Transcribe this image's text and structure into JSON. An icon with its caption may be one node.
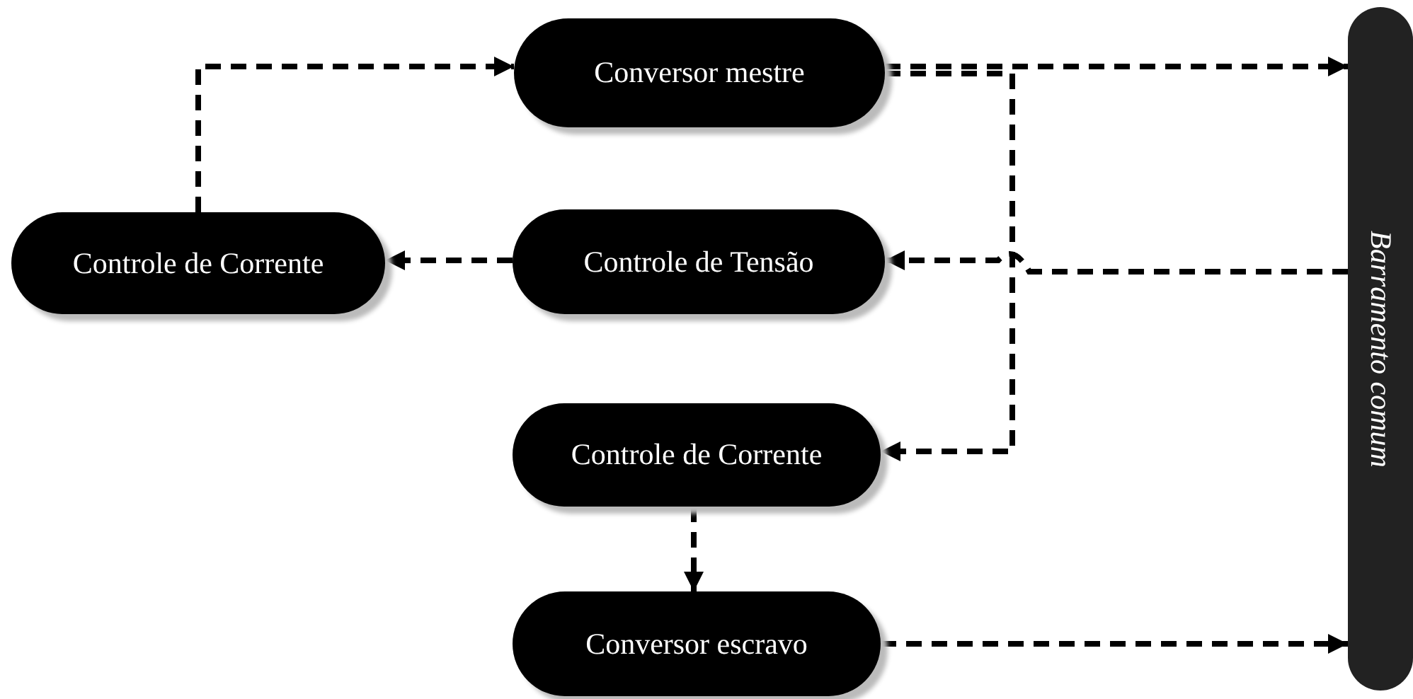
{
  "diagram": {
    "nodes": [
      {
        "text": [
          "Conversor mestre"
        ]
      },
      {
        "text": [
          "Controle de Corrente"
        ]
      },
      {
        "text": [
          "Controle de Tensão"
        ]
      },
      {
        "text": [
          "Controle de Corrente"
        ]
      },
      {
        "text": [
          "Conversor escravo"
        ]
      },
      {
        "text": [
          "Barramento comum"
        ]
      }
    ],
    "edges": [
      {
        "from": 1,
        "to": 0,
        "arrow": "to",
        "style": "dashed"
      },
      {
        "from": 0,
        "to": 5,
        "arrow": "to",
        "style": "dashed"
      },
      {
        "from": 5,
        "to": 2,
        "arrow": "to",
        "style": "dashed"
      },
      {
        "from": 2,
        "to": 1,
        "arrow": "to",
        "style": "dashed"
      },
      {
        "from": 0,
        "to": 3,
        "arrow": "to",
        "style": "dashed"
      },
      {
        "from": 3,
        "to": 4,
        "arrow": "to",
        "style": "dashed"
      },
      {
        "from": 4,
        "to": 5,
        "arrow": "to",
        "style": "dashed"
      }
    ]
  }
}
